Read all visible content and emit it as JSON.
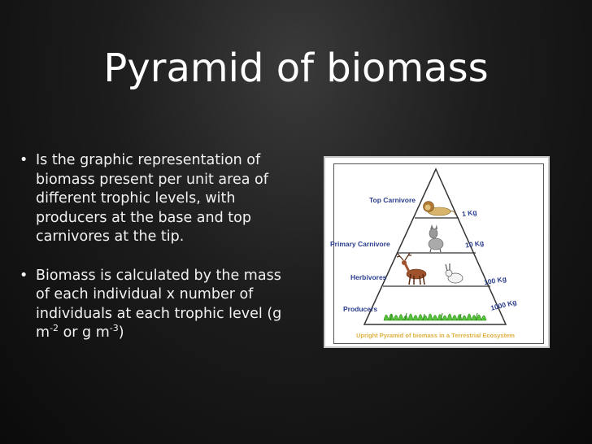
{
  "slide": {
    "title": "Pyramid of biomass",
    "bullets": [
      {
        "text": "Is the graphic representation of biomass present per unit area of different trophic levels, with producers at the base and top carnivores at the tip."
      },
      {
        "text_before": "Biomass is calculated by the mass of each individual x number of individuals at each trophic level (g m",
        "sup1": "-2",
        "text_mid": " or g m",
        "sup2": "-3",
        "text_end": ")"
      }
    ],
    "bullet_glyph": "•"
  },
  "figure": {
    "levels": [
      {
        "label": "Top Carnivore",
        "mass": "1 Kg",
        "icon": "lion-icon"
      },
      {
        "label": "Primary Carnivore",
        "mass": "10 Kg",
        "icon": "wolf-icon"
      },
      {
        "label": "Herbivores",
        "mass": "100 Kg",
        "icon": "deer-icon"
      },
      {
        "label": "Producers",
        "mass": "1000 Kg",
        "icon": "grass-icon"
      }
    ],
    "caption": "Upright Pyramid of biomass in a Terrestrial Ecosystem",
    "colors": {
      "pyramid_stroke": "#333333",
      "label": "#2a3d8e",
      "caption": "#e0b040",
      "grass": "#55c23a"
    }
  }
}
